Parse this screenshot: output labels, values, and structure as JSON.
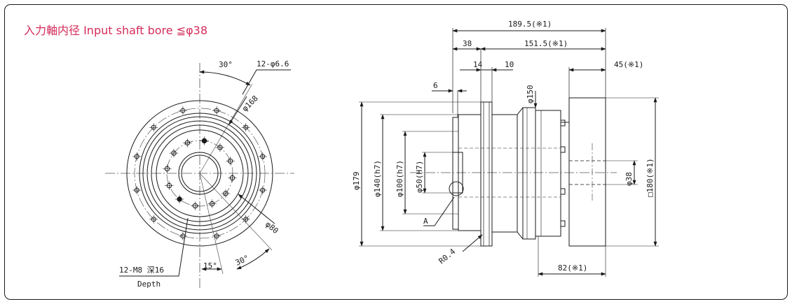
{
  "title": "入力軸内径  Input shaft bore  ≦φ38",
  "colors": {
    "title": "#d32c5b",
    "line": "#1a1a1a",
    "center": "#555555"
  },
  "front": {
    "ang30": "30°",
    "holes": "12-φ6.6",
    "d168": "φ168",
    "d80": "φ80",
    "ang30b": "30°",
    "ang15": "15°",
    "tap": "12-M8 深16",
    "depth": "Depth"
  },
  "side": {
    "total": "189.5(※1)",
    "l38": "38",
    "l151": "151.5(※1)",
    "l14": "14",
    "l10": "10",
    "l45": "45(※1)",
    "l6": "6",
    "d150": "φ150",
    "d179": "φ179",
    "d140": "φ140(h7)",
    "d100": "φ100(h7)",
    "d50": "φ50(H7)",
    "d38": "φ38",
    "sq180": "□180(※1)",
    "l82": "82(※1)",
    "markA": "A",
    "r04": "R0.4"
  }
}
